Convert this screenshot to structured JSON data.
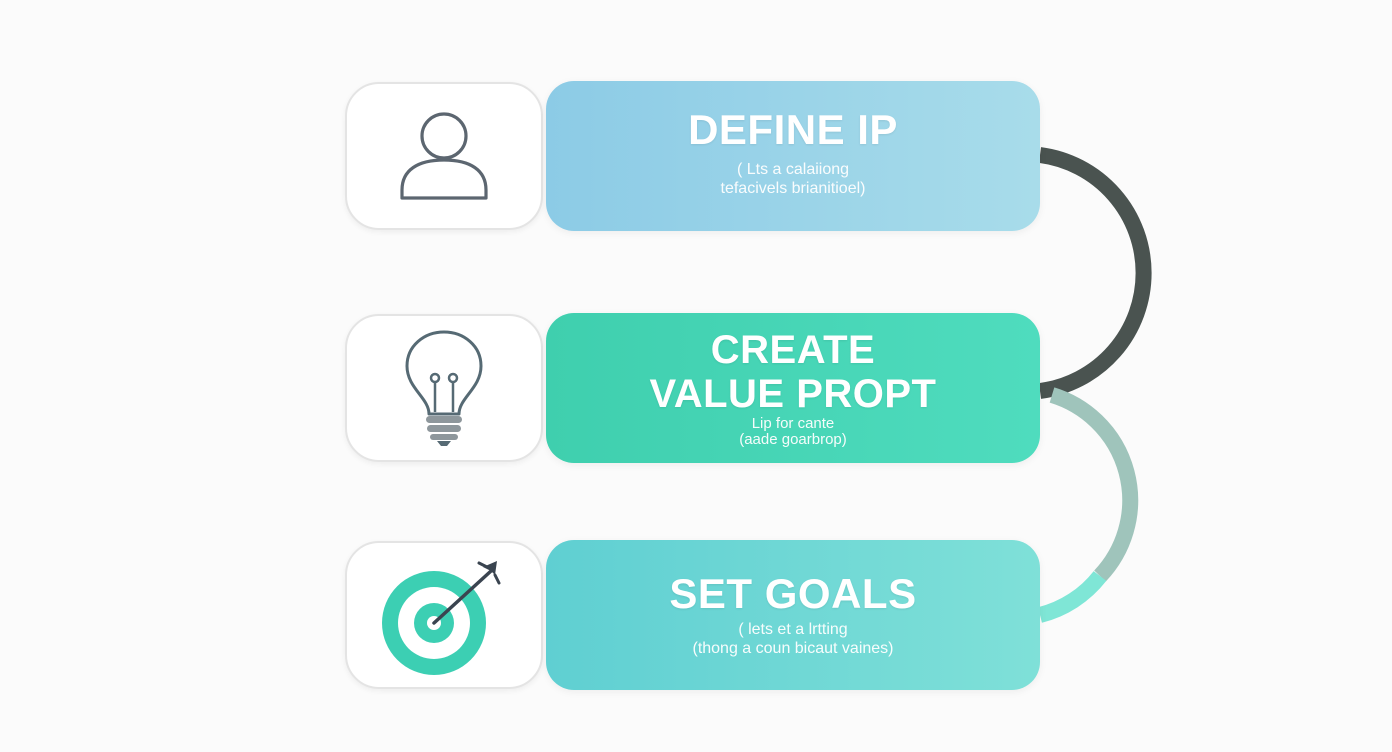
{
  "steps": [
    {
      "title": "DEFINE IP",
      "subtitle_line1": "( Lts a calaiiong",
      "subtitle_line2": "tefacivels brianitioel)",
      "icon": "person-icon",
      "color": "#8ccbe6"
    },
    {
      "title_line1": "CREATE",
      "title_line2": "VALUE PROPT",
      "subtitle_line1": "Lip for cante",
      "subtitle_line2": "(aade goarbrop)",
      "icon": "lightbulb-icon",
      "color": "#3fcfae"
    },
    {
      "title": "SET GOALS",
      "subtitle_line1": "( lets et a lrtting",
      "subtitle_line2": "(thong a coun bicaut vaines)",
      "icon": "target-arrow-icon",
      "color": "#5fcfd2"
    }
  ],
  "connectors": {
    "upper_color": "#4a5350",
    "lower_color": "#9fc4bb",
    "lower_tip_color": "#7fe6d6"
  }
}
